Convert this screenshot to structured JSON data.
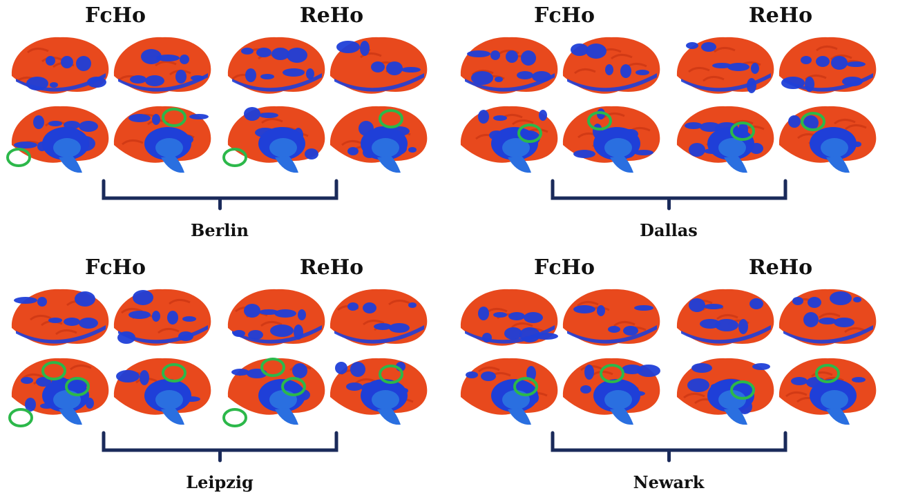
{
  "panels": [
    {
      "site": "Berlin",
      "methods": [
        "FcHo",
        "ReHo"
      ]
    },
    {
      "site": "Dallas",
      "methods": [
        "FcHo",
        "ReHo"
      ]
    },
    {
      "site": "Leipzig",
      "methods": [
        "FcHo",
        "ReHo"
      ]
    },
    {
      "site": "Newark",
      "methods": [
        "FcHo",
        "ReHo"
      ]
    }
  ],
  "colors": {
    "positive": "#e8491d",
    "positive_dark": "#c93512",
    "negative": "#1f3fd8",
    "subcortical": "#2a6fe0",
    "highlight_circle": "#2cb84a",
    "bracket": "#1a2a5a"
  },
  "icons": [
    "brain-lateral-surface",
    "brain-medial-surface",
    "highlight-circle",
    "bracket"
  ]
}
